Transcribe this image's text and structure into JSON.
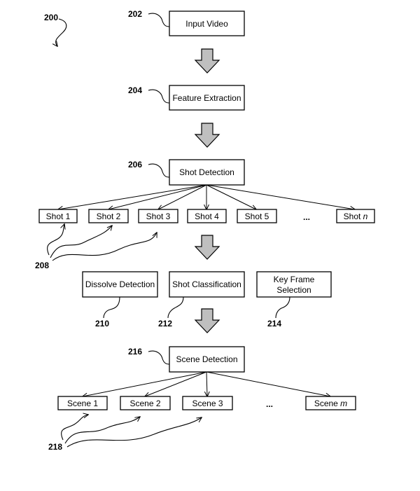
{
  "refs": {
    "r200": "200",
    "r202": "202",
    "r204": "204",
    "r206": "206",
    "r208": "208",
    "r210": "210",
    "r212": "212",
    "r214": "214",
    "r216": "216",
    "r218": "218"
  },
  "boxes": {
    "input_video": "Input Video",
    "feature_extraction": "Feature Extraction",
    "shot_detection": "Shot Detection",
    "dissolve_detection": "Dissolve Detection",
    "shot_classification": "Shot Classification",
    "key_frame_line1": "Key Frame",
    "key_frame_line2": "Selection",
    "scene_detection": "Scene Detection"
  },
  "shots": {
    "s1": "Shot 1",
    "s2": "Shot 2",
    "s3": "Shot 3",
    "s4": "Shot 4",
    "s5": "Shot 5",
    "ellipsis": "...",
    "sn_prefix": "Shot ",
    "sn_var": "n"
  },
  "scenes": {
    "c1": "Scene 1",
    "c2": "Scene 2",
    "c3": "Scene 3",
    "ellipsis": "...",
    "cm_prefix": "Scene ",
    "cm_var": "m"
  },
  "colors": {
    "arrow_fill": "#bfbfbf",
    "line": "#000000",
    "background": "#ffffff"
  }
}
